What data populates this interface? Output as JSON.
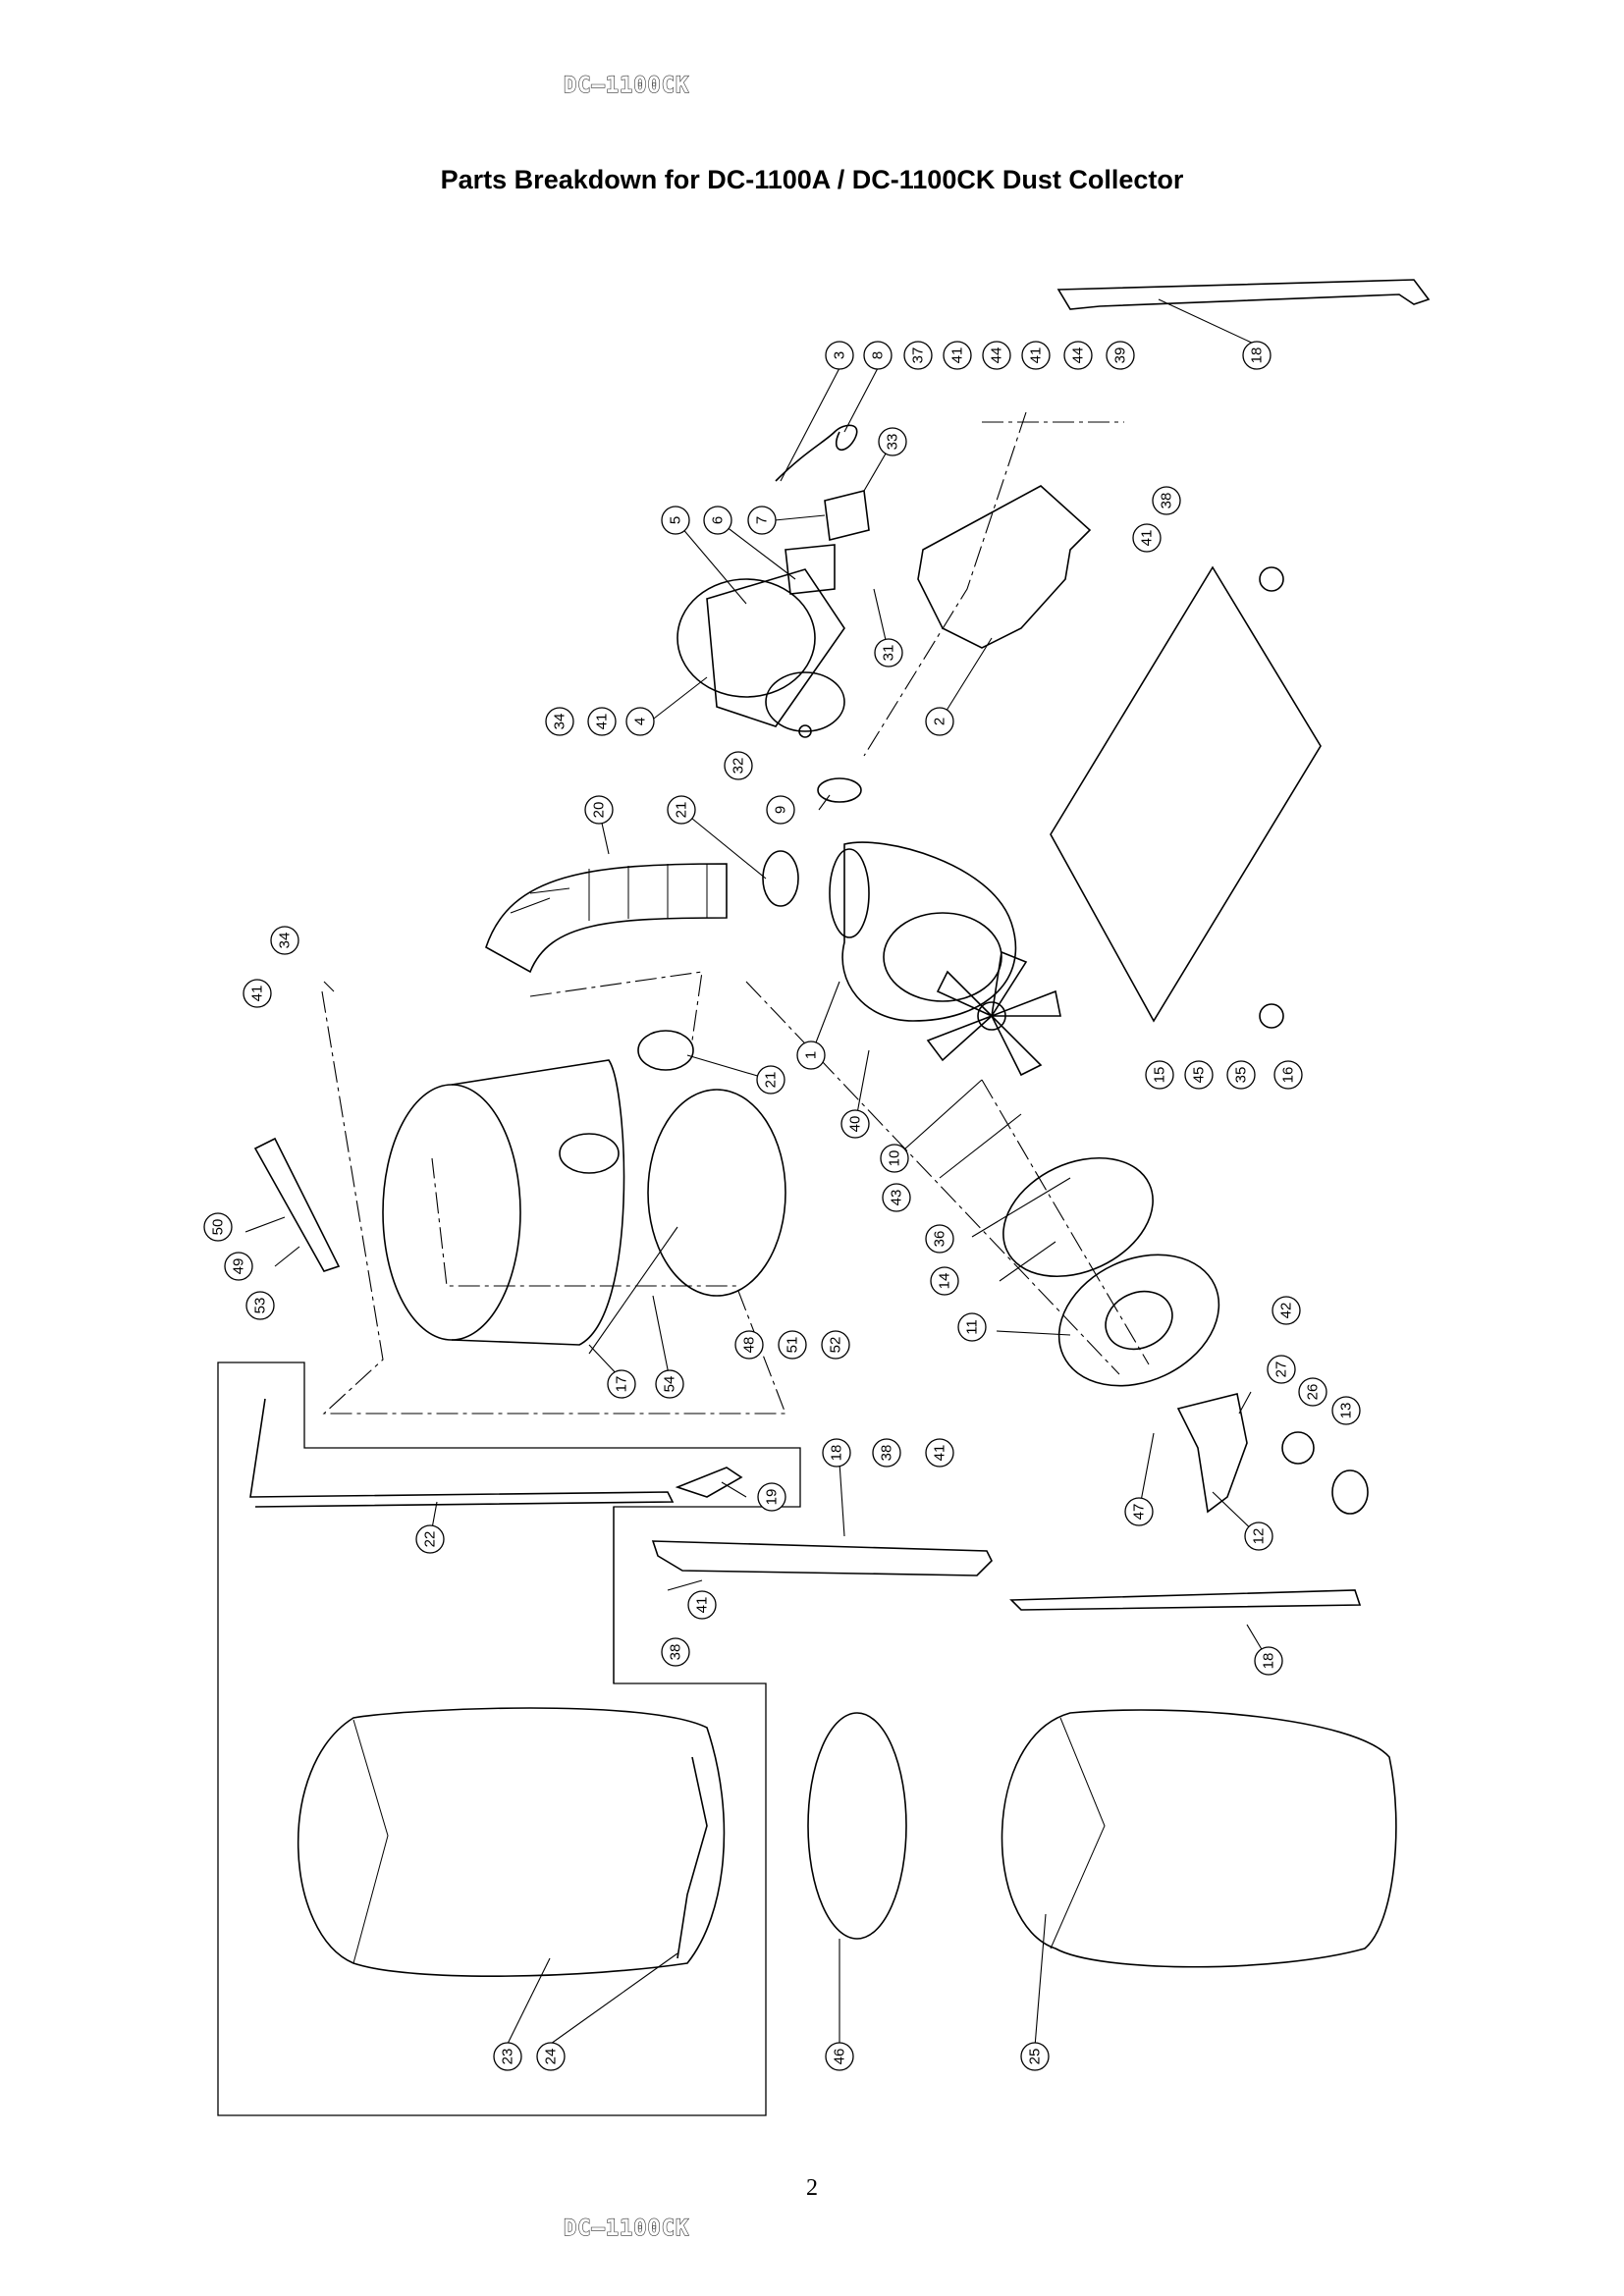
{
  "header": {
    "model_mark": "DC—1100CK"
  },
  "title": "Parts Breakdown for DC-1100A / DC-1100CK Dust Collector",
  "footer": {
    "page_number": "2",
    "model_mark": "DC—1100CK"
  },
  "callouts": [
    {
      "n": "3"
    },
    {
      "n": "8"
    },
    {
      "n": "37"
    },
    {
      "n": "41"
    },
    {
      "n": "44"
    },
    {
      "n": "41"
    },
    {
      "n": "44"
    },
    {
      "n": "39"
    },
    {
      "n": "18"
    },
    {
      "n": "33"
    },
    {
      "n": "5"
    },
    {
      "n": "6"
    },
    {
      "n": "7"
    },
    {
      "n": "38"
    },
    {
      "n": "41"
    },
    {
      "n": "31"
    },
    {
      "n": "34"
    },
    {
      "n": "41"
    },
    {
      "n": "4"
    },
    {
      "n": "2"
    },
    {
      "n": "32"
    },
    {
      "n": "9"
    },
    {
      "n": "20"
    },
    {
      "n": "21"
    },
    {
      "n": "34"
    },
    {
      "n": "41"
    },
    {
      "n": "1"
    },
    {
      "n": "21"
    },
    {
      "n": "40"
    },
    {
      "n": "15"
    },
    {
      "n": "45"
    },
    {
      "n": "35"
    },
    {
      "n": "16"
    },
    {
      "n": "10"
    },
    {
      "n": "43"
    },
    {
      "n": "36"
    },
    {
      "n": "50"
    },
    {
      "n": "49"
    },
    {
      "n": "53"
    },
    {
      "n": "48"
    },
    {
      "n": "51"
    },
    {
      "n": "52"
    },
    {
      "n": "14"
    },
    {
      "n": "17"
    },
    {
      "n": "54"
    },
    {
      "n": "11"
    },
    {
      "n": "42"
    },
    {
      "n": "27"
    },
    {
      "n": "26"
    },
    {
      "n": "13"
    },
    {
      "n": "47"
    },
    {
      "n": "12"
    },
    {
      "n": "18"
    },
    {
      "n": "38"
    },
    {
      "n": "41"
    },
    {
      "n": "19"
    },
    {
      "n": "22"
    },
    {
      "n": "41"
    },
    {
      "n": "38"
    },
    {
      "n": "18"
    },
    {
      "n": "23"
    },
    {
      "n": "24"
    },
    {
      "n": "46"
    },
    {
      "n": "25"
    }
  ]
}
